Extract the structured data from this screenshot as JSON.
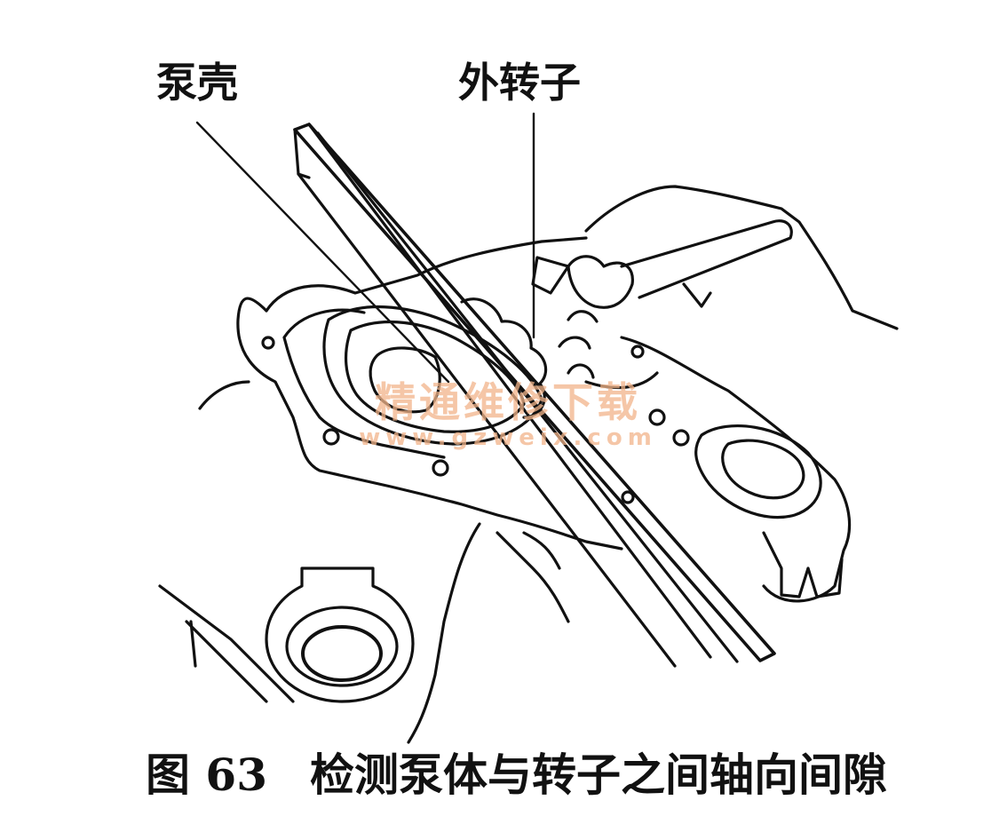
{
  "labels": {
    "pump_housing": "泵壳",
    "outer_rotor": "外转子"
  },
  "caption": {
    "number": "图 63",
    "text": "检测泵体与转子之间轴向间隙"
  },
  "watermark": {
    "name": "精通维修下载",
    "url": "www.gzweix.com"
  },
  "colors": {
    "ink": "#111111",
    "watermark": "#f2b48a",
    "background": "#ffffff"
  }
}
